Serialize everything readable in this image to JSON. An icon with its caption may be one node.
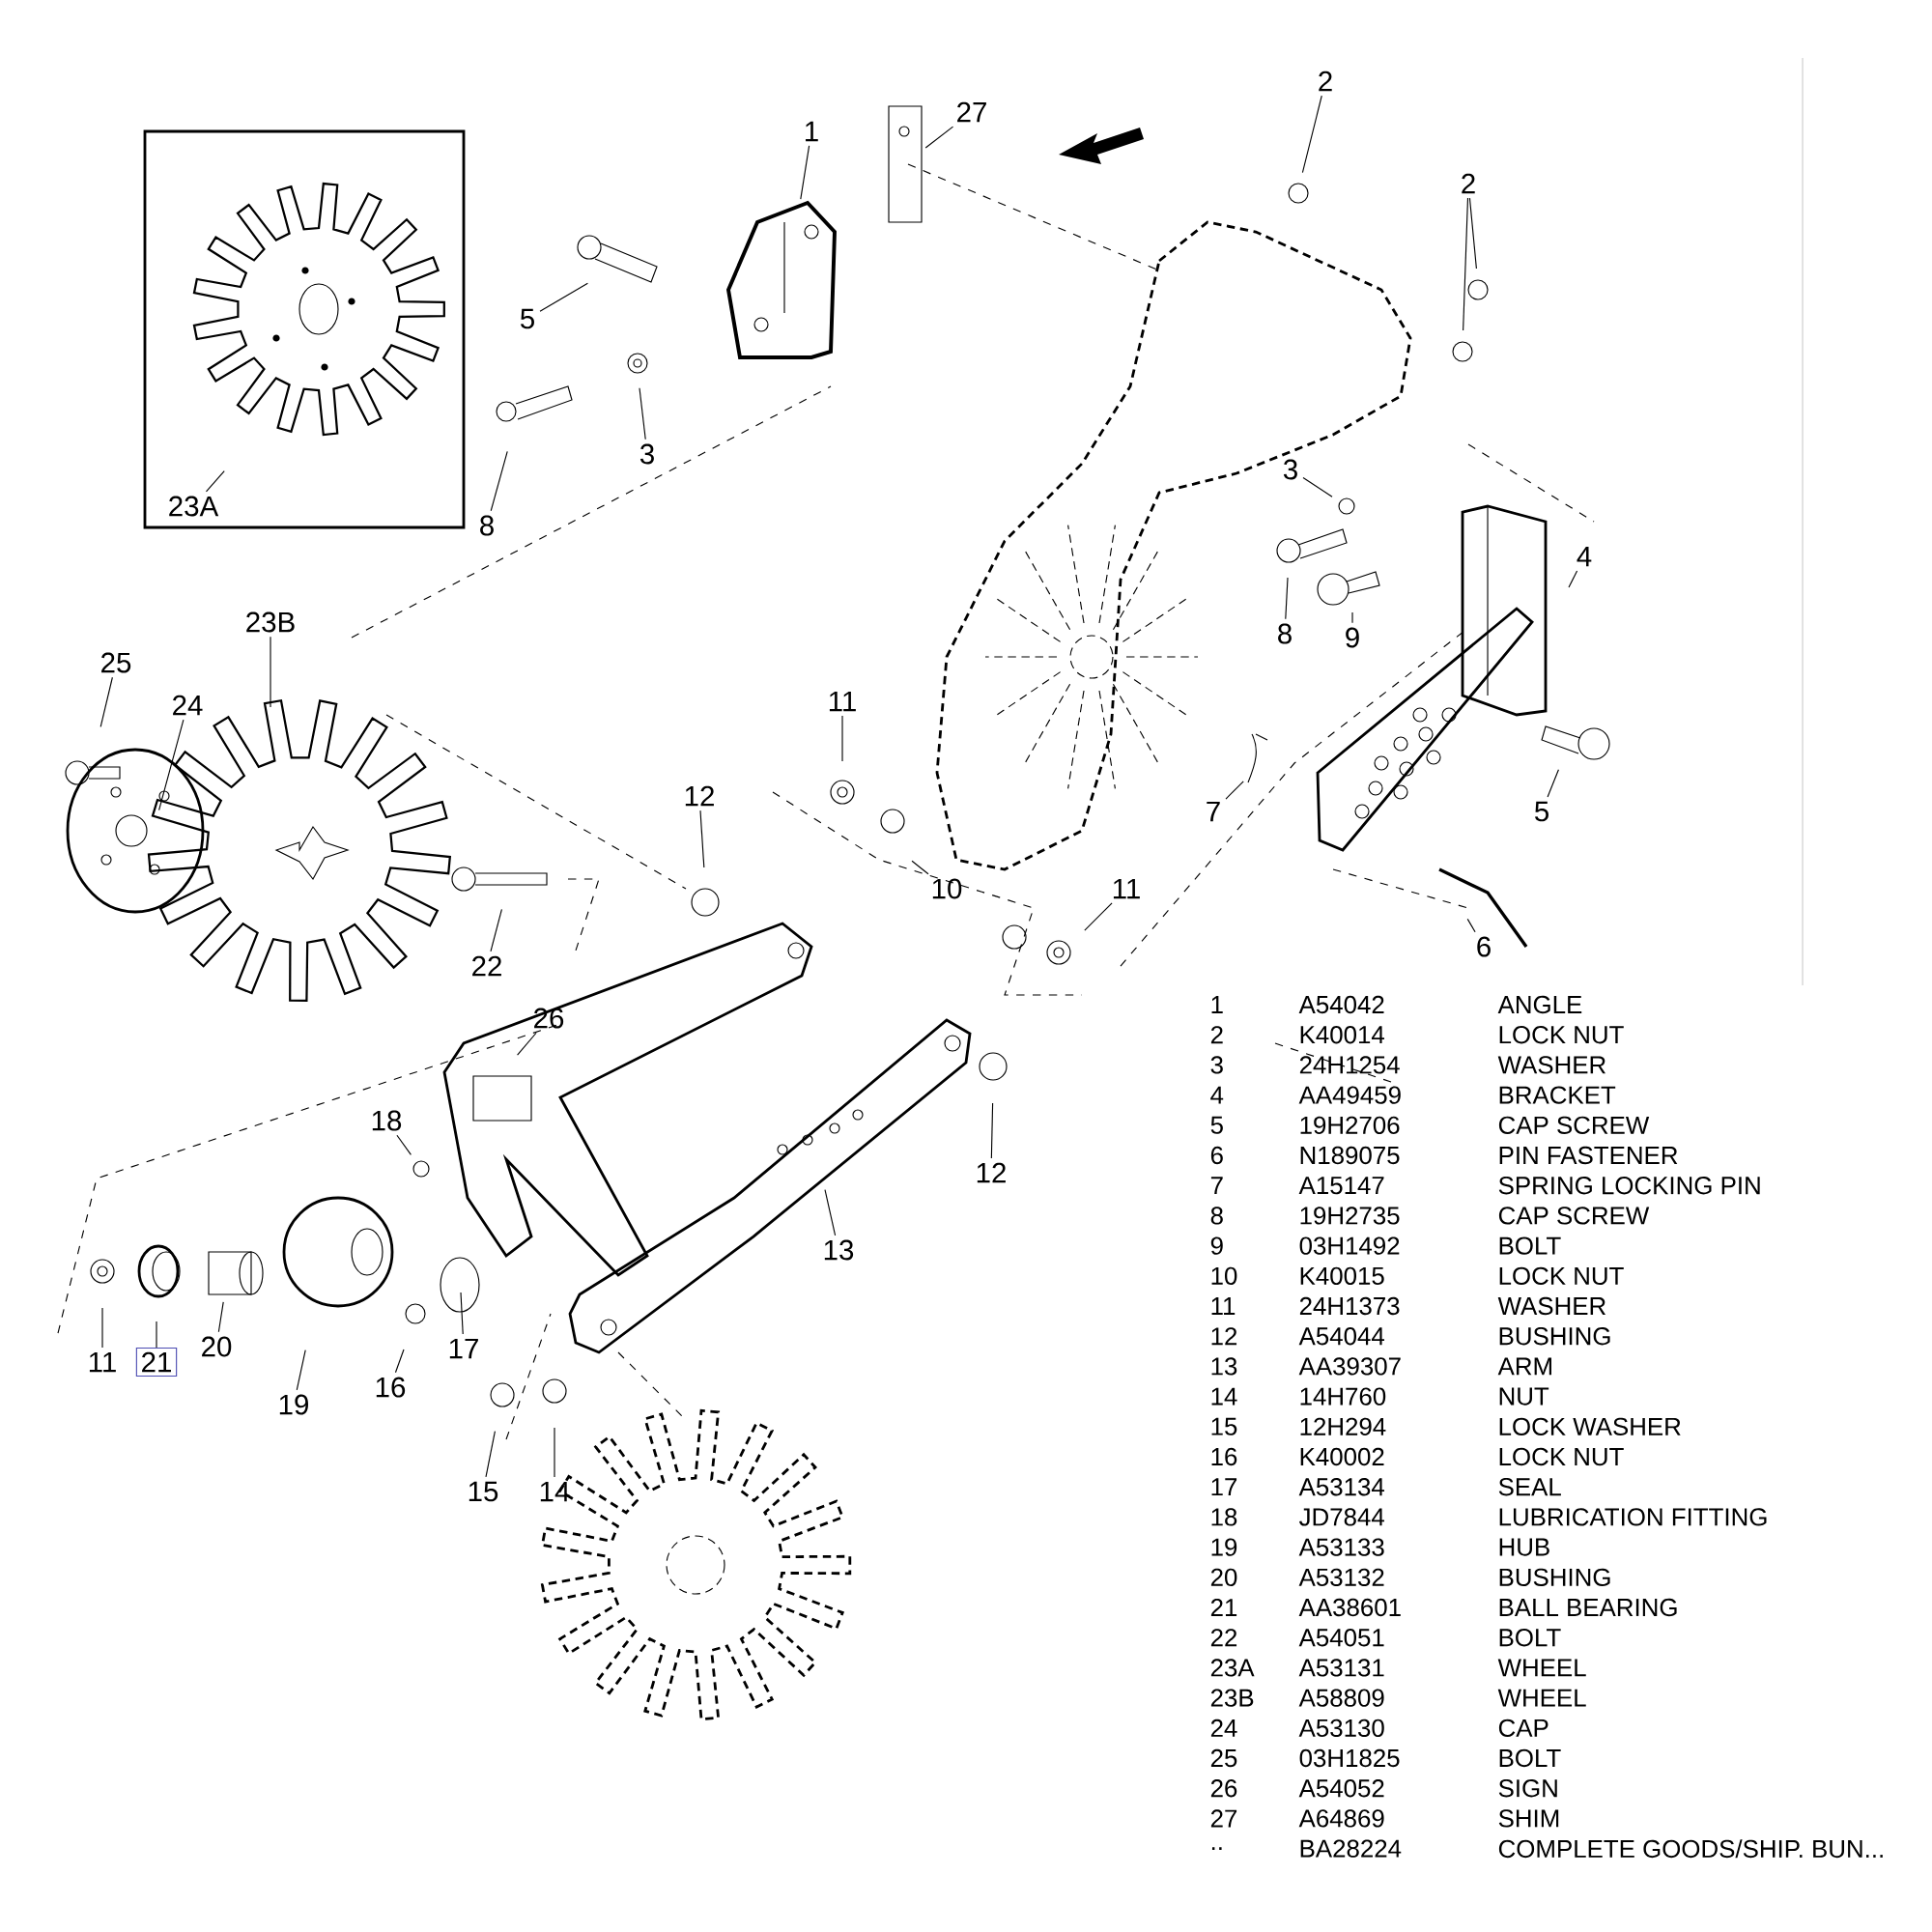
{
  "diagram": {
    "nodes": [
      {
        "text": [
          "1"
        ]
      },
      {
        "text": [
          "27"
        ]
      },
      {
        "text": [
          "2"
        ]
      },
      {
        "text": [
          "2"
        ]
      },
      {
        "text": [
          "5"
        ]
      },
      {
        "text": [
          "3"
        ]
      },
      {
        "text": [
          "23A"
        ]
      },
      {
        "text": [
          "8"
        ]
      },
      {
        "text": [
          "3"
        ]
      },
      {
        "text": [
          "4"
        ]
      },
      {
        "text": [
          "8"
        ]
      },
      {
        "text": [
          "9"
        ]
      },
      {
        "text": [
          "23B"
        ]
      },
      {
        "text": [
          "25"
        ]
      },
      {
        "text": [
          "11"
        ]
      },
      {
        "text": [
          "24"
        ]
      },
      {
        "text": [
          "12"
        ]
      },
      {
        "text": [
          "7"
        ]
      },
      {
        "text": [
          "5"
        ]
      },
      {
        "text": [
          "10"
        ]
      },
      {
        "text": [
          "11"
        ]
      },
      {
        "text": [
          "6"
        ]
      },
      {
        "text": [
          "22"
        ]
      },
      {
        "text": [
          "26"
        ]
      },
      {
        "text": [
          "18"
        ]
      },
      {
        "text": [
          "12"
        ]
      },
      {
        "text": [
          "13"
        ]
      },
      {
        "text": [
          "20"
        ]
      },
      {
        "text": [
          "17"
        ]
      },
      {
        "text": [
          "11"
        ]
      },
      {
        "text": [
          "21"
        ]
      },
      {
        "text": [
          "16"
        ]
      },
      {
        "text": [
          "19"
        ]
      },
      {
        "text": [
          "15"
        ]
      },
      {
        "text": [
          "14"
        ]
      }
    ],
    "edges": [
      {
        "from": 0,
        "to": null,
        "arrow": "none"
      },
      {
        "from": 1,
        "to": null,
        "arrow": "none"
      },
      {
        "from": 2,
        "to": null,
        "arrow": "none"
      },
      {
        "from": 3,
        "to": null,
        "arrow": "none"
      },
      {
        "from": 3,
        "to": null,
        "arrow": "none"
      },
      {
        "from": 4,
        "to": null,
        "arrow": "none"
      },
      {
        "from": 5,
        "to": null,
        "arrow": "none"
      },
      {
        "from": 6,
        "to": null,
        "arrow": "none"
      },
      {
        "from": 7,
        "to": null,
        "arrow": "none"
      },
      {
        "from": 8,
        "to": null,
        "arrow": "none"
      },
      {
        "from": 9,
        "to": null,
        "arrow": "none"
      },
      {
        "from": 10,
        "to": null,
        "arrow": "none"
      },
      {
        "from": 11,
        "to": null,
        "arrow": "none"
      },
      {
        "from": 12,
        "to": null,
        "arrow": "none"
      },
      {
        "from": 13,
        "to": null,
        "arrow": "none"
      },
      {
        "from": 14,
        "to": null,
        "arrow": "none"
      },
      {
        "from": 15,
        "to": null,
        "arrow": "none"
      },
      {
        "from": 16,
        "to": null,
        "arrow": "none"
      },
      {
        "from": 17,
        "to": null,
        "arrow": "none"
      },
      {
        "from": 18,
        "to": null,
        "arrow": "none"
      },
      {
        "from": 19,
        "to": null,
        "arrow": "none"
      },
      {
        "from": 20,
        "to": null,
        "arrow": "none"
      },
      {
        "from": 21,
        "to": null,
        "arrow": "none"
      },
      {
        "from": 22,
        "to": null,
        "arrow": "none"
      },
      {
        "from": 23,
        "to": null,
        "arrow": "none"
      },
      {
        "from": 24,
        "to": null,
        "arrow": "none"
      },
      {
        "from": 25,
        "to": null,
        "arrow": "none"
      },
      {
        "from": 26,
        "to": null,
        "arrow": "none"
      },
      {
        "from": 27,
        "to": null,
        "arrow": "none"
      },
      {
        "from": 28,
        "to": null,
        "arrow": "none"
      },
      {
        "from": 29,
        "to": null,
        "arrow": "none"
      },
      {
        "from": 30,
        "to": null,
        "arrow": "none"
      },
      {
        "from": 31,
        "to": null,
        "arrow": "none"
      },
      {
        "from": 32,
        "to": null,
        "arrow": "none"
      },
      {
        "from": 33,
        "to": null,
        "arrow": "none"
      },
      {
        "from": 34,
        "to": null,
        "arrow": "none"
      }
    ],
    "labels": [
      "1",
      "A54042",
      "ANGLE",
      "2",
      "K40014",
      "LOCK NUT",
      "3",
      "24H1254",
      "WASHER",
      "4",
      "AA49459",
      "BRACKET",
      "5",
      "19H2706",
      "CAP SCREW",
      "6",
      "N189075",
      "PIN FASTENER",
      "7",
      "A15147",
      "SPRING LOCKING PIN",
      "8",
      "19H2735",
      "CAP SCREW",
      "9",
      "03H1492",
      "BOLT",
      "10",
      "K40015",
      "LOCK NUT",
      "11",
      "24H1373",
      "WASHER",
      "12",
      "A54044",
      "BUSHING",
      "13",
      "AA39307",
      "ARM",
      "14",
      "14H760",
      "NUT",
      "15",
      "12H294",
      "LOCK WASHER",
      "16",
      "K40002",
      "LOCK NUT",
      "17",
      "A53134",
      "SEAL",
      "18",
      "JD7844",
      "LUBRICATION FITTING",
      "19",
      "A53133",
      "HUB",
      "20",
      "A53132",
      "BUSHING",
      "21",
      "AA38601",
      "BALL BEARING",
      "22",
      "A54051",
      "BOLT",
      "23A",
      "A53131",
      "WHEEL",
      "23B",
      "A58809",
      "WHEEL",
      "24",
      "A53130",
      "CAP",
      "25",
      "03H1825",
      "BOLT",
      "26",
      "A54052",
      "SIGN",
      "27",
      "A64869",
      "SHIM",
      "..",
      "BA28224",
      "COMPLETE GOODS/SHIP. BUN..."
    ]
  }
}
